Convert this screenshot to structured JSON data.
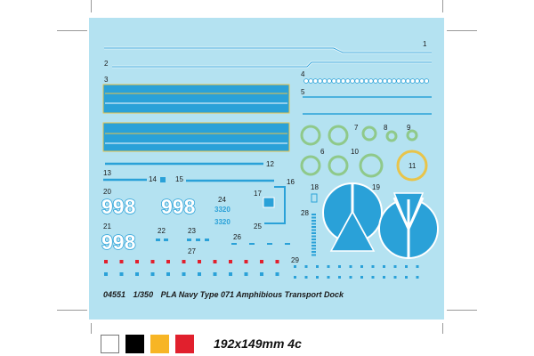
{
  "sheet": {
    "product_code": "04551",
    "scale": "1/350",
    "title": "PLA Navy Type 071 Amphibious Transport Dock",
    "size": "192x149mm 4c"
  },
  "labels": {
    "n1": "1",
    "n2": "2",
    "n3": "3",
    "n4": "4",
    "n5": "5",
    "n6": "6",
    "n7": "7",
    "n8": "8",
    "n9": "9",
    "n10": "10",
    "n11": "11",
    "n12": "12",
    "n13": "13",
    "n14": "14",
    "n15": "15",
    "n16": "16",
    "n17": "17",
    "n18": "18",
    "n19": "19",
    "n20": "20",
    "n21": "21",
    "n22": "22",
    "n23": "23",
    "n24": "24",
    "n25": "25",
    "n26": "26",
    "n27": "27",
    "n28": "28",
    "n29": "29"
  },
  "hull_numbers": {
    "large_a": "998",
    "large_b": "998",
    "large_c": "998",
    "small_a": "3320",
    "small_b": "3320"
  },
  "swatch_colors": [
    "#ffffff",
    "#000000",
    "#f7b525",
    "#e1202d"
  ],
  "colors": {
    "sheet": "#b4e2f1",
    "decal_blue": "#2aa1d8",
    "stripe_yellow": "#e8c44a"
  }
}
